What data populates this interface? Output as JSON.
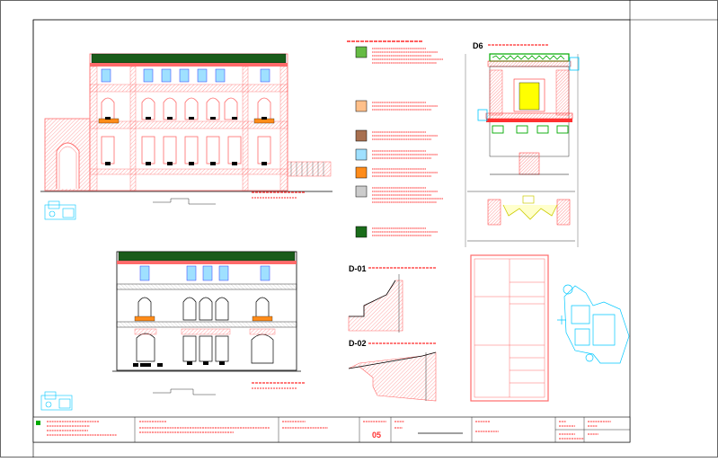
{
  "drawing": {
    "sheet_number": "05",
    "colors": {
      "line": "#000000",
      "pink": "#ff6a6a",
      "red": "#ff2a2a",
      "cyan": "#00c8ff",
      "blue": "#2f3cff",
      "green": "#00aa00",
      "dark_green": "#1a5c1a",
      "yellow": "#ffff00",
      "orange": "#ff8c1a",
      "peach": "#ffc08a",
      "brown": "#a87050",
      "grey": "#cccccc",
      "light_blue": "#9fe0ff"
    },
    "legend_swatches": [
      {
        "icon": "green-swatch",
        "color": "#66bb44"
      },
      {
        "icon": "peach-swatch",
        "color": "#ffc08a"
      },
      {
        "icon": "brown-swatch",
        "color": "#a87050"
      },
      {
        "icon": "light-blue-swatch",
        "color": "#9fe0ff"
      },
      {
        "icon": "orange-swatch",
        "color": "#ff8c1a"
      },
      {
        "icon": "grey-swatch",
        "color": "#cccccc"
      },
      {
        "icon": "dark-green-swatch",
        "color": "#1a6c1a"
      }
    ],
    "detail_labels": {
      "d6": "D6",
      "d01": "D-01",
      "d02": "D-02"
    }
  }
}
